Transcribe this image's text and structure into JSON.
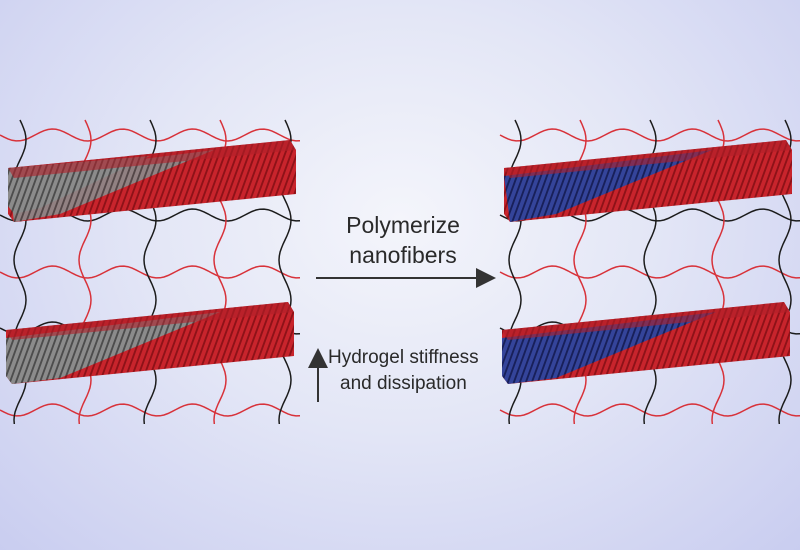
{
  "labels": {
    "polymerize_line1": "Polymerize",
    "polymerize_line2": "nanofibers",
    "stiffness_line1": "Hydrogel stiffness",
    "stiffness_line2": "and dissipation"
  },
  "colors": {
    "network_black": "#1c1c1c",
    "network_red": "#d8323a",
    "fiber_red": "#c8242c",
    "fiber_gray": "#7a7a7a",
    "fiber_blue": "#2c3a8c",
    "arrow": "#333333"
  }
}
